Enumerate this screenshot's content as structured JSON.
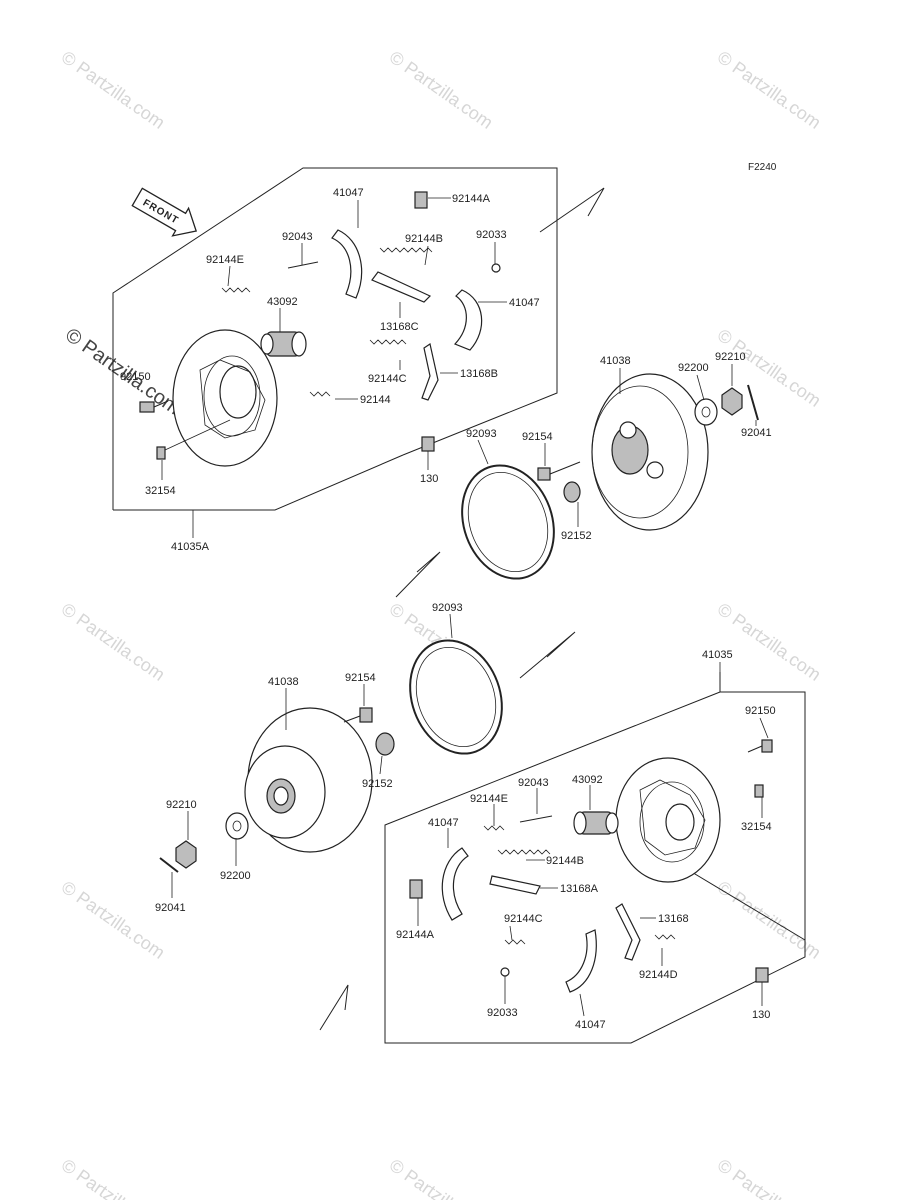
{
  "diagram_code": "F2240",
  "front_arrow_label": "FRONT",
  "watermark_text": "© Partzilla.com",
  "upper_group": {
    "labels": {
      "shoe_top": "41047",
      "spring_a": "92144A",
      "pin": "92043",
      "spring_b": "92144B",
      "clip": "92033",
      "spring_e": "92144E",
      "shoe_right": "41047",
      "cylinder": "43092",
      "lever_c": "13168C",
      "spring_c": "92144C",
      "lever_b": "13168B",
      "bolt_left": "92150",
      "spring": "92144",
      "bleeder": "32154",
      "panel": "41035A",
      "bolt_130": "130",
      "seal": "92093",
      "bolt": "92154",
      "washer_seal": "92152",
      "drum": "41038",
      "washer": "92200",
      "nut": "92210",
      "cotter": "92041"
    }
  },
  "lower_group": {
    "labels": {
      "seal": "92093",
      "drum": "41038",
      "bolt": "92154",
      "washer_seal": "92152",
      "nut": "92210",
      "washer": "92200",
      "cotter": "92041",
      "panel": "41035",
      "bolt_right": "92150",
      "pin": "92043",
      "cylinder": "43092",
      "spring_e": "92144E",
      "bleeder": "32154",
      "shoe_top": "41047",
      "spring_b": "92144B",
      "lever_a": "13168A",
      "spring_a": "92144A",
      "spring_c": "92144C",
      "lever": "13168",
      "spring_d": "92144D",
      "clip": "92033",
      "shoe_bottom": "41047",
      "bolt_130": "130"
    }
  }
}
